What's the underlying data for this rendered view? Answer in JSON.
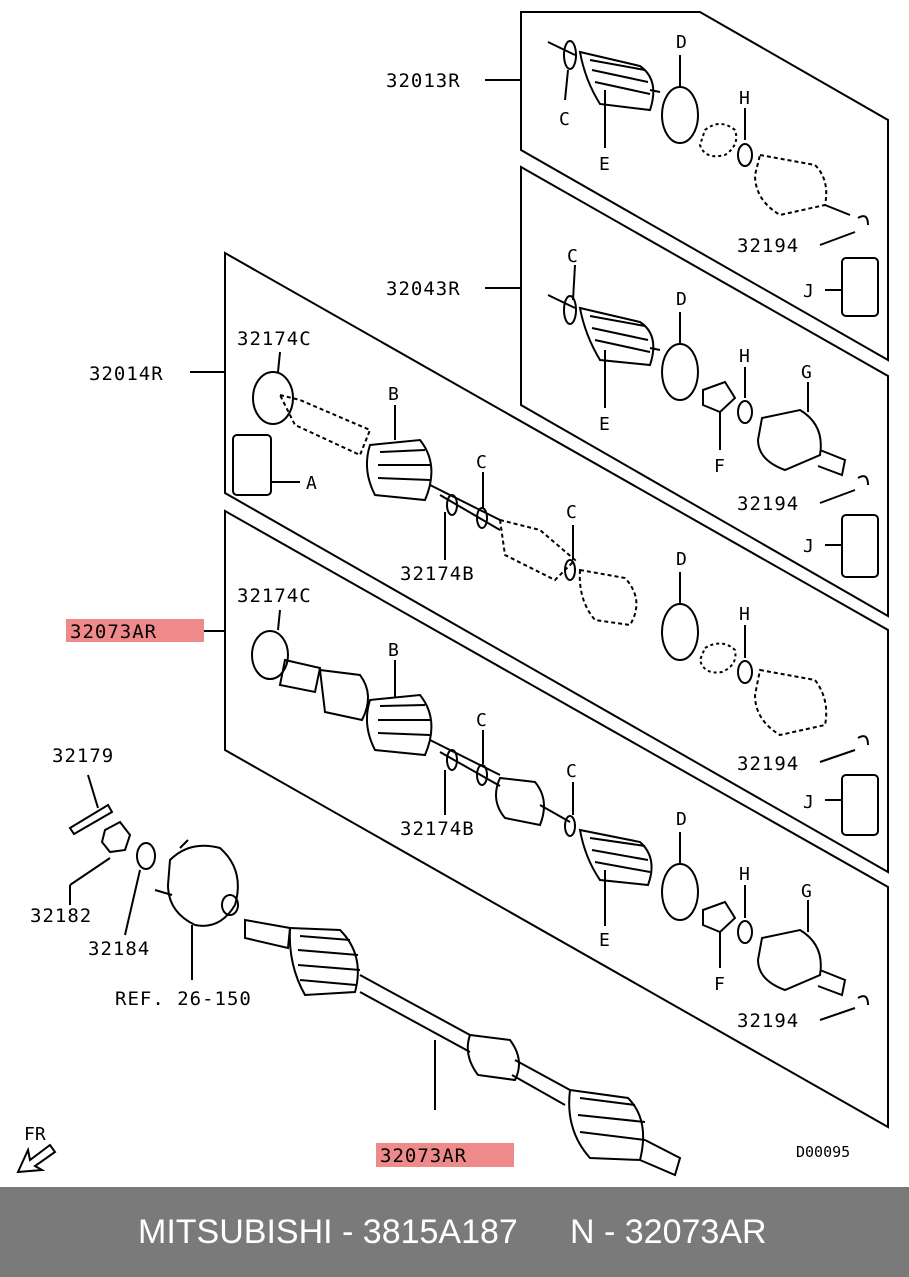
{
  "labels": {
    "p32013R": "32013R",
    "p32043R": "32043R",
    "p32014R": "32014R",
    "p32073AR_top": "32073AR",
    "p32073AR_bottom": "32073AR",
    "p32174C_1": "32174C",
    "p32174C_2": "32174C",
    "p32174B_1": "32174B",
    "p32174B_2": "32174B",
    "p32194_1": "32194",
    "p32194_2": "32194",
    "p32194_3": "32194",
    "p32194_4": "32194",
    "p32179": "32179",
    "p32182": "32182",
    "p32184": "32184",
    "ref": "REF. 26-150",
    "fr": "FR",
    "code": "D00095"
  },
  "letters": {
    "A": "A",
    "B": "B",
    "C": "C",
    "D": "D",
    "E": "E",
    "F": "F",
    "G": "G",
    "H": "H",
    "J": "J"
  },
  "footer": {
    "left": "MITSUBISHI - 3815A187",
    "right": "N - 32073AR"
  },
  "colors": {
    "highlight": "#ee8a8a",
    "footer_bg": "#7a7a7a",
    "footer_text": "#ffffff"
  }
}
